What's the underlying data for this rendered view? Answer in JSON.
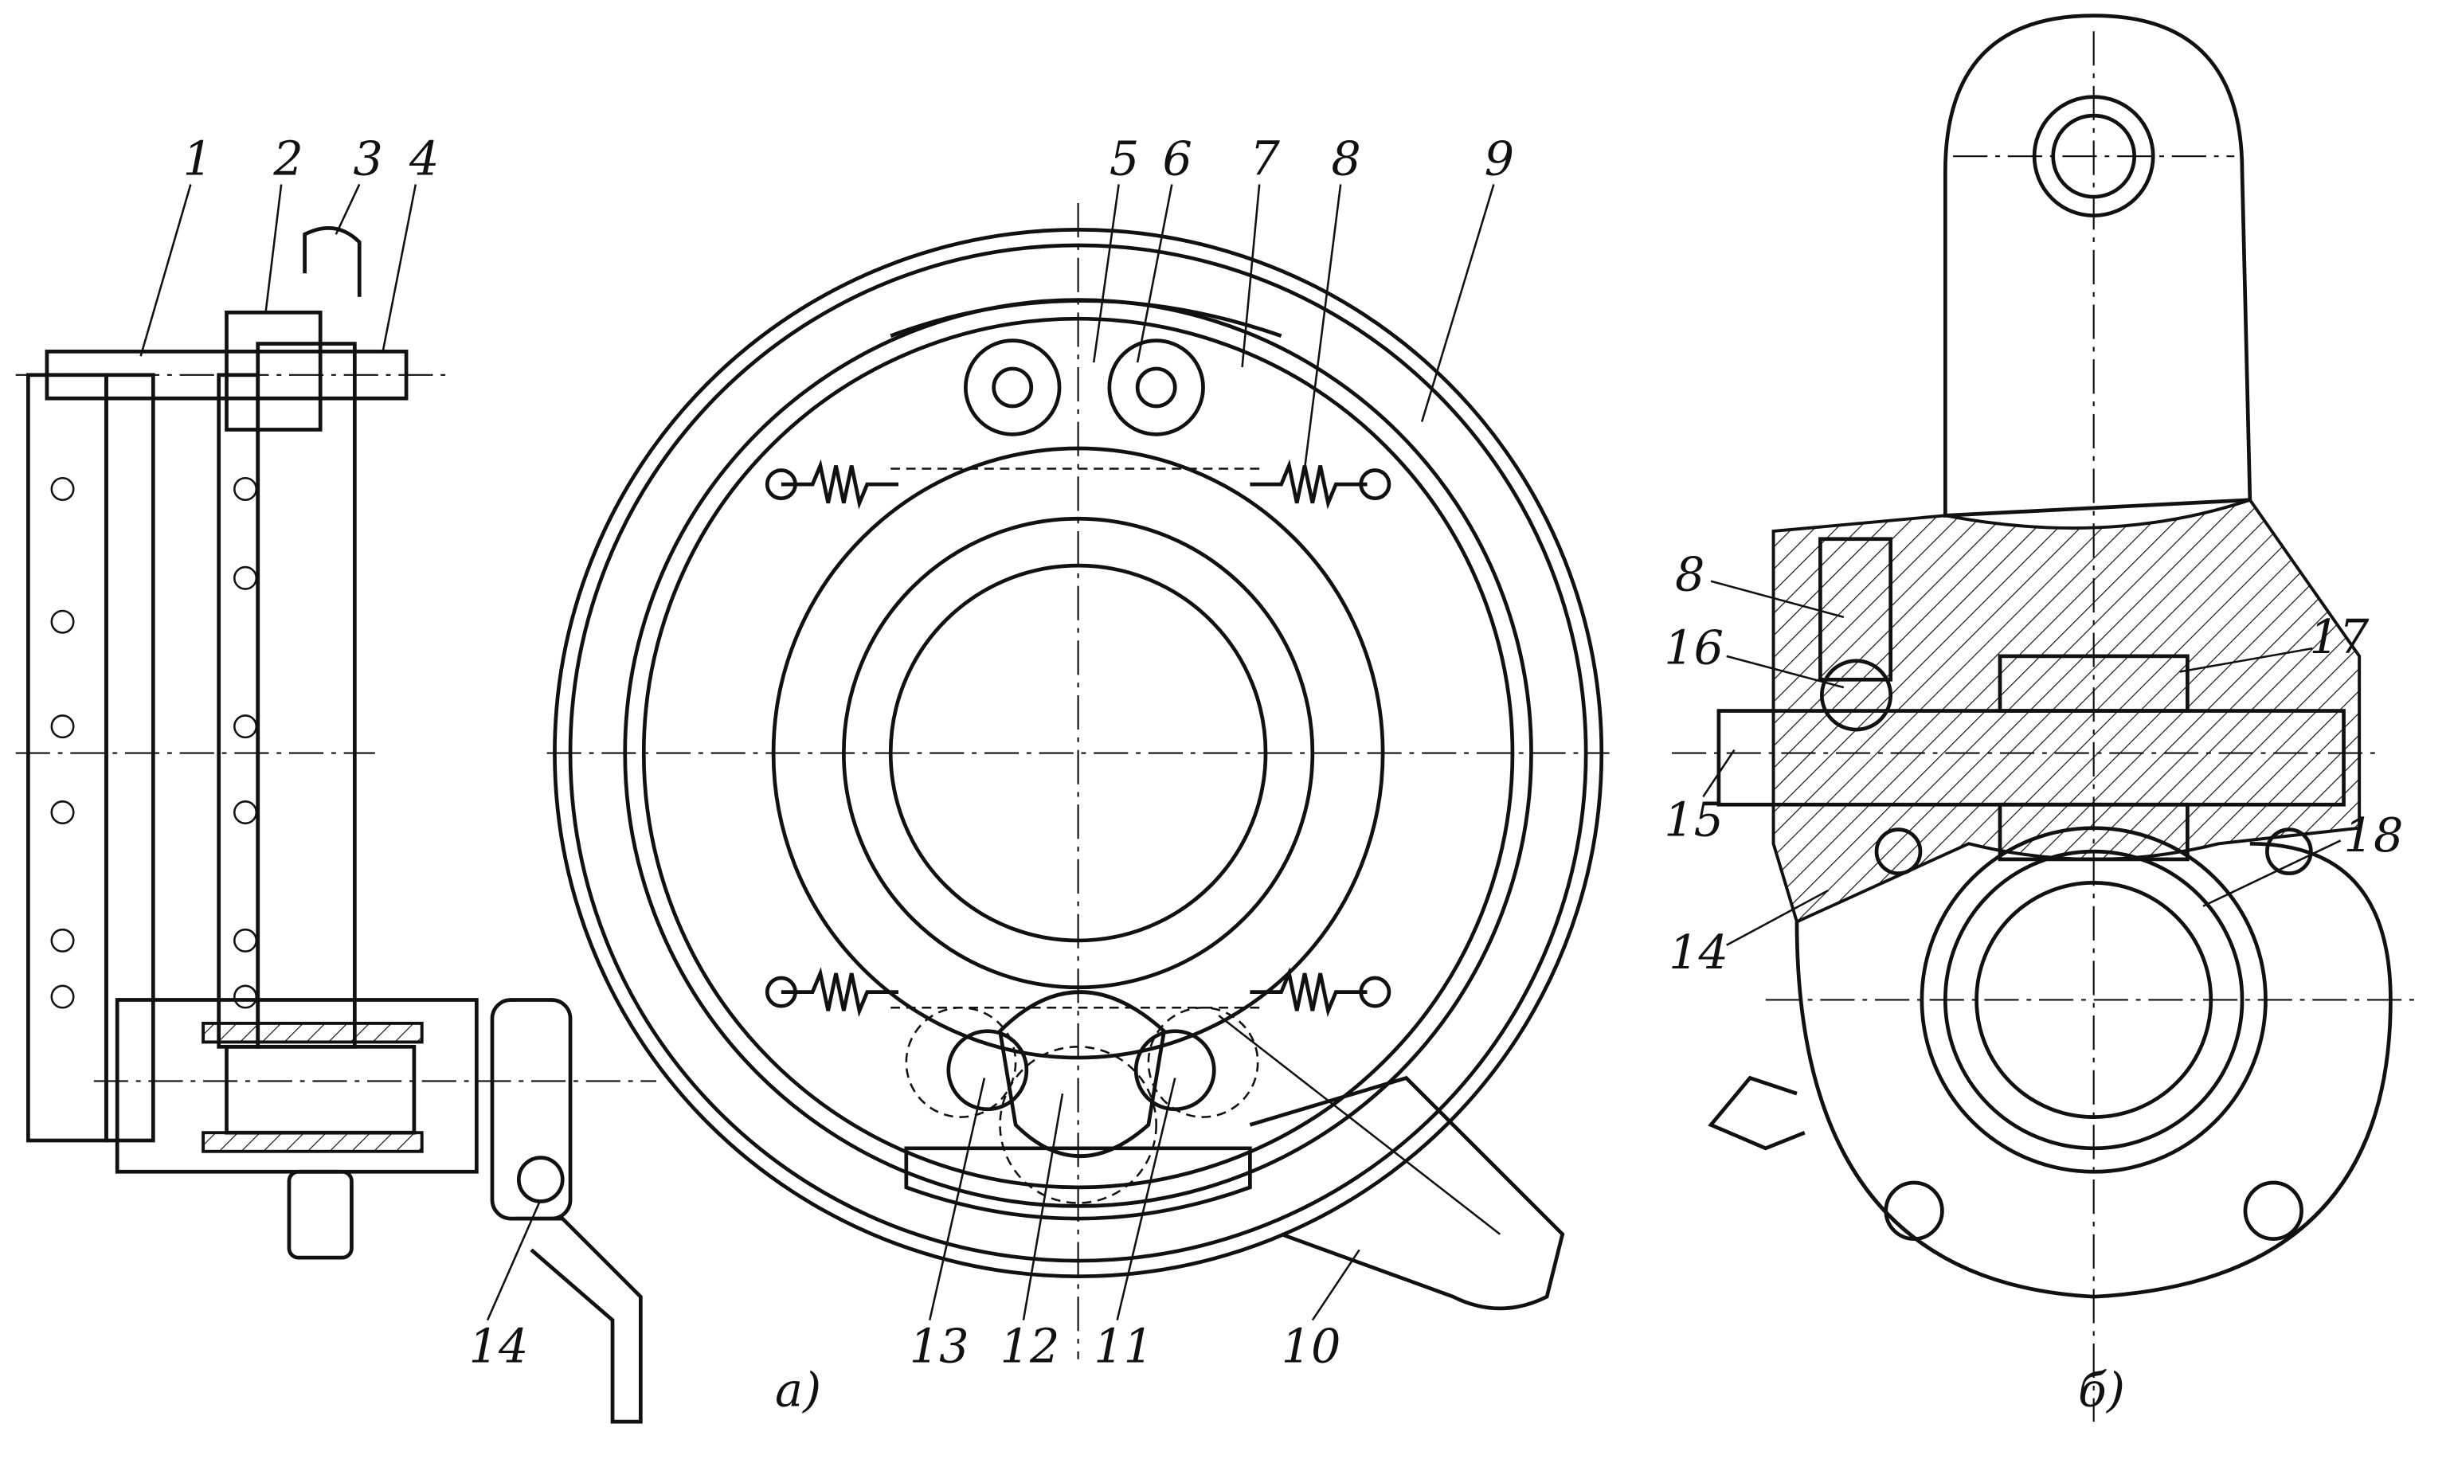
{
  "figure": {
    "view_a_caption": "а)",
    "view_b_caption": "б)",
    "labels_a": {
      "l1": "1",
      "l2": "2",
      "l3": "3",
      "l4": "4",
      "l5": "5",
      "l6": "6",
      "l7": "7",
      "l8": "8",
      "l9": "9",
      "l10": "10",
      "l11": "11",
      "l12": "12",
      "l13": "13",
      "l14": "14"
    },
    "labels_b": {
      "l8": "8",
      "l14": "14",
      "l15": "15",
      "l16": "16",
      "l17": "17",
      "l18": "18"
    }
  }
}
